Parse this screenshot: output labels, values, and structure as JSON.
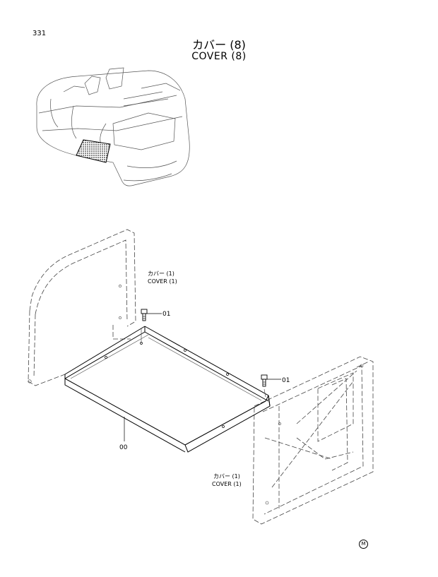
{
  "page": {
    "number": "331"
  },
  "title": {
    "japanese": "カバー (8)",
    "english": "COVER (8)"
  },
  "callouts": {
    "bolt_upper": "01",
    "bolt_lower": "01",
    "cover_plate": "00"
  },
  "notes": {
    "upper_jp": "カバー (1)",
    "upper_en": "COVER (1)",
    "lower_jp": "カバー (1)",
    "lower_en": "COVER (1)"
  },
  "footer": {
    "mark": "M"
  }
}
